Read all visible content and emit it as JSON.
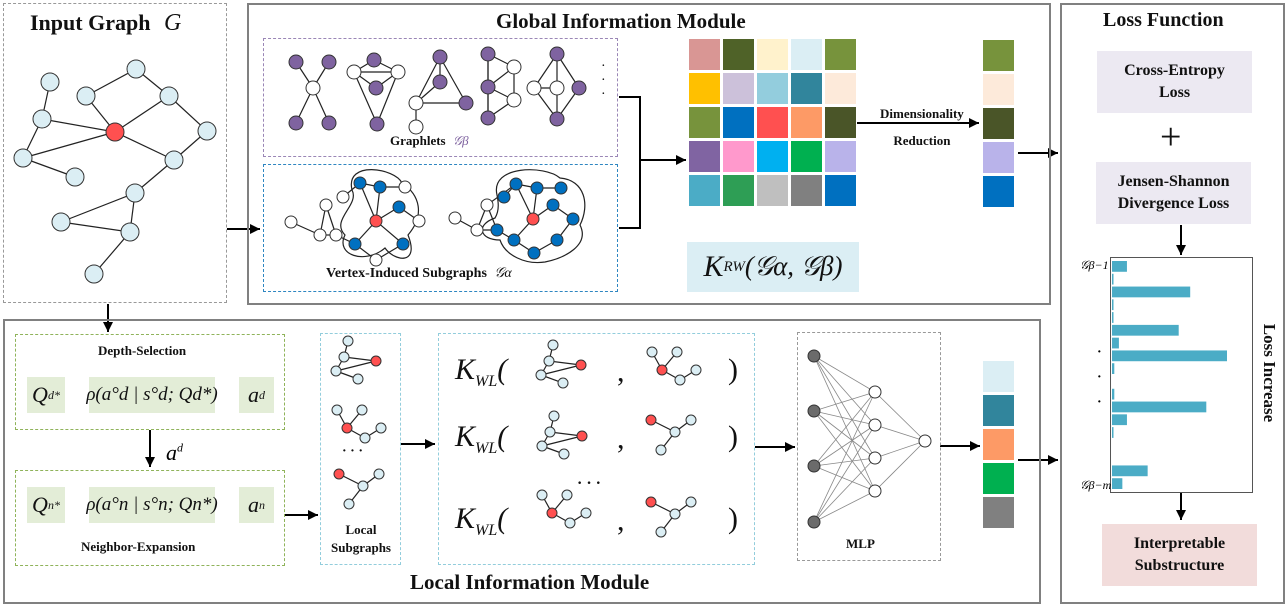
{
  "input_graph": {
    "title": "Input Graph",
    "symbol": "G"
  },
  "global_module": {
    "title": "Global Information Module",
    "graphlets_label": "Graphlets",
    "graphlets_symbol": "𝒢β",
    "subgraphs_label": "Vertex-Induced Subgraphs",
    "subgraphs_symbol": "𝒢α",
    "matrix_colors": [
      [
        "#d99694",
        "#4f6228",
        "#fff2cc",
        "#dbeef4",
        "#77933c"
      ],
      [
        "#ffc000",
        "#ccc1da",
        "#93cddd",
        "#31859c",
        "#fdeada"
      ],
      [
        "#77933c",
        "#0070c0",
        "#ff5050",
        "#fd9a66",
        "#4a5528"
      ],
      [
        "#8064a2",
        "#ff99cc",
        "#00b0f0",
        "#00b050",
        "#b9b3ea"
      ],
      [
        "#4bacc6",
        "#2e9e55",
        "#bfbfbf",
        "#808080",
        "#0070c0"
      ]
    ],
    "reduction_label_line1": "Dimensionality",
    "reduction_label_line2": "Reduction",
    "reduced_vector_colors": [
      "#77933c",
      "#fdeada",
      "#4a5528",
      "#b9b3ea",
      "#0070c0"
    ],
    "kernel_formula": {
      "K": "K",
      "sub": "RW",
      "args": "(𝒢α, 𝒢β)"
    }
  },
  "local_module": {
    "title": "Local Information Module",
    "depth_selection": {
      "title": "Depth-Selection",
      "left": "Q",
      "left_sup": "d*",
      "middle": "ρ(a°d | s°d; Qd*)",
      "right": "a",
      "right_sup": "d"
    },
    "arrow_label": "a",
    "arrow_label_sup": "d",
    "neighbor_expansion": {
      "title": "Neighbor-Expansion",
      "left": "Q",
      "left_sup": "n*",
      "middle": "ρ(a°n | s°n; Qn*)",
      "right": "a",
      "right_sup": "n"
    },
    "local_subgraphs_line1": "Local",
    "local_subgraphs_line2": "Subgraphs",
    "ellipsis": "· · ·",
    "kernel_K": "K",
    "kernel_sub": "WL",
    "mlp_label": "MLP",
    "output_vector_colors": [
      "#dbeef4",
      "#31859c",
      "#fd9a66",
      "#00b050",
      "#808080"
    ]
  },
  "loss_function": {
    "title": "Loss Function",
    "cross_entropy_line1": "Cross-Entropy",
    "cross_entropy_line2": "Loss",
    "plus": "+",
    "js_line1": "Jensen-Shannon",
    "js_line2": "Divergence Loss",
    "loss_increase_label": "Loss Increase",
    "bar_top_label": "𝒢β−1",
    "bar_bottom_label": "𝒢β−m",
    "bar_values": [
      0.13,
      0.01,
      0.68,
      0.01,
      0.01,
      0.58,
      0.06,
      1.0,
      0.02,
      0.0,
      0.02,
      0.82,
      0.13,
      0.01,
      0.0,
      0.0,
      0.31,
      0.09
    ],
    "result_line1": "Interpretable",
    "result_line2": "Substructure"
  },
  "colors": {
    "node_fill": "#dbeef4",
    "center_node": "#ff5050",
    "graphlet_node": "#7f63a0",
    "subgraph_node": "#0070c0",
    "bar_color": "#4bacc6",
    "pill_bg": "#ece9f2",
    "result_bg": "#f2dcdb",
    "formula_bg": "#dbeef4",
    "eq_bg": "#e3edd7"
  }
}
